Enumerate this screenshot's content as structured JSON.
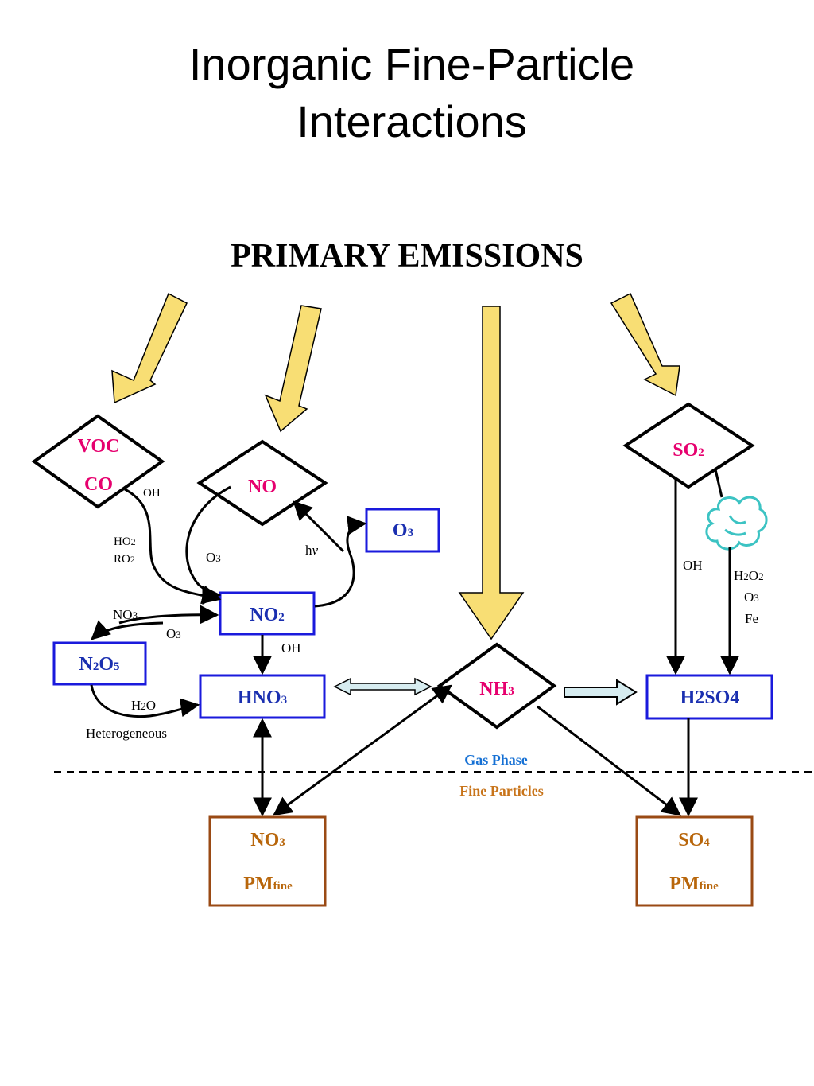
{
  "title": {
    "line1": "Inorganic Fine-Particle",
    "line2": "Interactions"
  },
  "heading": "PRIMARY EMISSIONS",
  "nodes": {
    "voc": "VOC",
    "co": "CO",
    "no": "NO",
    "o3": {
      "base": "O",
      "sub": "3"
    },
    "no2": {
      "base": "NO",
      "sub": "2"
    },
    "n2o5": {
      "a": "N",
      "s1": "2",
      "b": "O",
      "s2": "5"
    },
    "hno3": {
      "base": "HNO",
      "sub": "3"
    },
    "nh3": {
      "base": "NH",
      "sub": "3"
    },
    "so2": {
      "base": "SO",
      "sub": "2"
    },
    "h2so4": "H2SO4",
    "no3pm": {
      "base": "NO",
      "sub": "3",
      "pm": "PM",
      "pmsub": "fine"
    },
    "so4pm": {
      "base": "SO",
      "sub": "4",
      "pm": "PM",
      "pmsub": "fine"
    }
  },
  "labels": {
    "oh_voc": "OH",
    "ho2": {
      "base": "HO",
      "sub": "2"
    },
    "ro2": {
      "base": "RO",
      "sub": "2"
    },
    "o3_no": {
      "base": "O",
      "sub": "3"
    },
    "hv": {
      "h": "h",
      "v": "v"
    },
    "no3": {
      "base": "NO",
      "sub": "3"
    },
    "o3_n2o5": {
      "base": "O",
      "sub": "3"
    },
    "oh_no2": "OH",
    "h2o": {
      "a": "H",
      "s": "2",
      "b": "O"
    },
    "heterogeneous": "Heterogeneous",
    "oh_so2": "OH",
    "h2o2": {
      "a": "H",
      "s1": "2",
      "b": "O",
      "s2": "2"
    },
    "o3_so2": {
      "base": "O",
      "sub": "3"
    },
    "fe": "Fe"
  },
  "phases": {
    "gas": "Gas Phase",
    "fine": "Fine Particles"
  },
  "colors": {
    "emission_arrow": "#f8de74",
    "red_species": "#e6006e",
    "blue_species": "#1a2fb0",
    "blue_box": "#1a1adc",
    "brown_species": "#b8660b",
    "brown_box": "#9a4a14",
    "cloud": "#3cc3c3",
    "equilibrium_arrow": "#d6ecf0"
  }
}
